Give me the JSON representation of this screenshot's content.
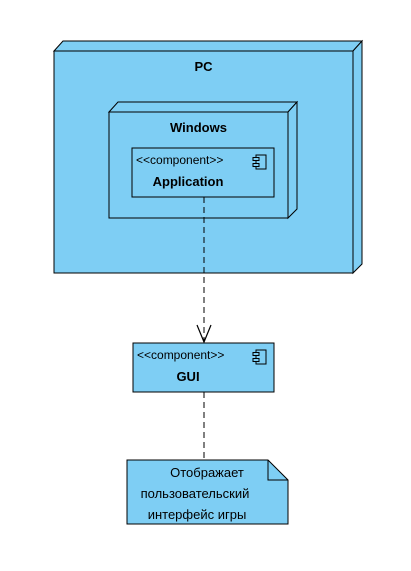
{
  "colors": {
    "fill": "#7ECEF4",
    "stroke": "#000000",
    "background": "#ffffff"
  },
  "nodes": {
    "pc": {
      "title": "PC"
    },
    "windows": {
      "title": "Windows"
    }
  },
  "components": {
    "application": {
      "stereotype": "<<component>>",
      "name": "Application",
      "icon": "component-icon"
    },
    "gui": {
      "stereotype": "<<component>>",
      "name": "GUI",
      "icon": "component-icon"
    }
  },
  "note": {
    "lines": [
      "Отображает",
      "пользовательский",
      "интерфейс игры"
    ]
  },
  "edges": [
    {
      "from": "application",
      "to": "gui",
      "style": "dashed",
      "arrow": "open"
    },
    {
      "from": "gui",
      "to": "note",
      "style": "dashed",
      "arrow": "none"
    }
  ]
}
